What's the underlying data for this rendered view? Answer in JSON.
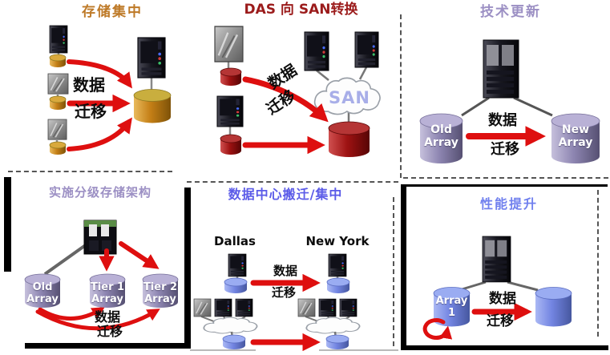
{
  "panels": {
    "storage_consolidation": {
      "title": "存储集中",
      "migration": [
        "数据",
        "迁移"
      ]
    },
    "das_to_san": {
      "title": "DAS 向 SAN转换",
      "san_label": "SAN",
      "migration": [
        "数据",
        "迁移"
      ]
    },
    "tech_refresh": {
      "title": "技术更新",
      "old_array": [
        "Old",
        "Array"
      ],
      "new_array": [
        "New",
        "Array"
      ],
      "migration": [
        "数据",
        "迁移"
      ]
    },
    "tiered_storage": {
      "title": "实施分级存储架构",
      "old_array": [
        "Old",
        "Array"
      ],
      "tier1_array": [
        "Tier 1",
        "Array"
      ],
      "tier2_array": [
        "Tier 2",
        "Array"
      ],
      "migration": [
        "数据",
        "迁移"
      ]
    },
    "datacenter_migration": {
      "title": "数据中心搬迁/集中",
      "site_left": "Dallas",
      "site_right": "New York",
      "migration": [
        "数据",
        "迁移"
      ]
    },
    "performance": {
      "title": "性能提升",
      "array1": [
        "Array",
        "1"
      ],
      "migration": [
        "数据",
        "迁移"
      ]
    }
  },
  "colors": {
    "title_storage_consolidation": "#BE7A28",
    "title_das_to_san": "#9B1B1B",
    "title_tech_refresh": "#9C90C4",
    "title_tiered_storage": "#9C90C4",
    "title_datacenter_migration": "#5B5BE8",
    "title_performance": "#7080EE",
    "migration_arrow": "#DE0F0F",
    "san_label": "#A8AEE8",
    "cylinder_gold": "#C47F16",
    "cylinder_red": "#9E1212",
    "cylinder_purple": "#8E86B2",
    "cylinder_blue": "#7385E2"
  },
  "glyphs": {
    "server": "server-tower-icon",
    "marble_server": "marble-server-icon",
    "storage": "disk-cylinder-icon",
    "network": "san-cloud-icon",
    "arrow": "migration-arrow-icon",
    "loop": "loop-arrow-icon"
  }
}
